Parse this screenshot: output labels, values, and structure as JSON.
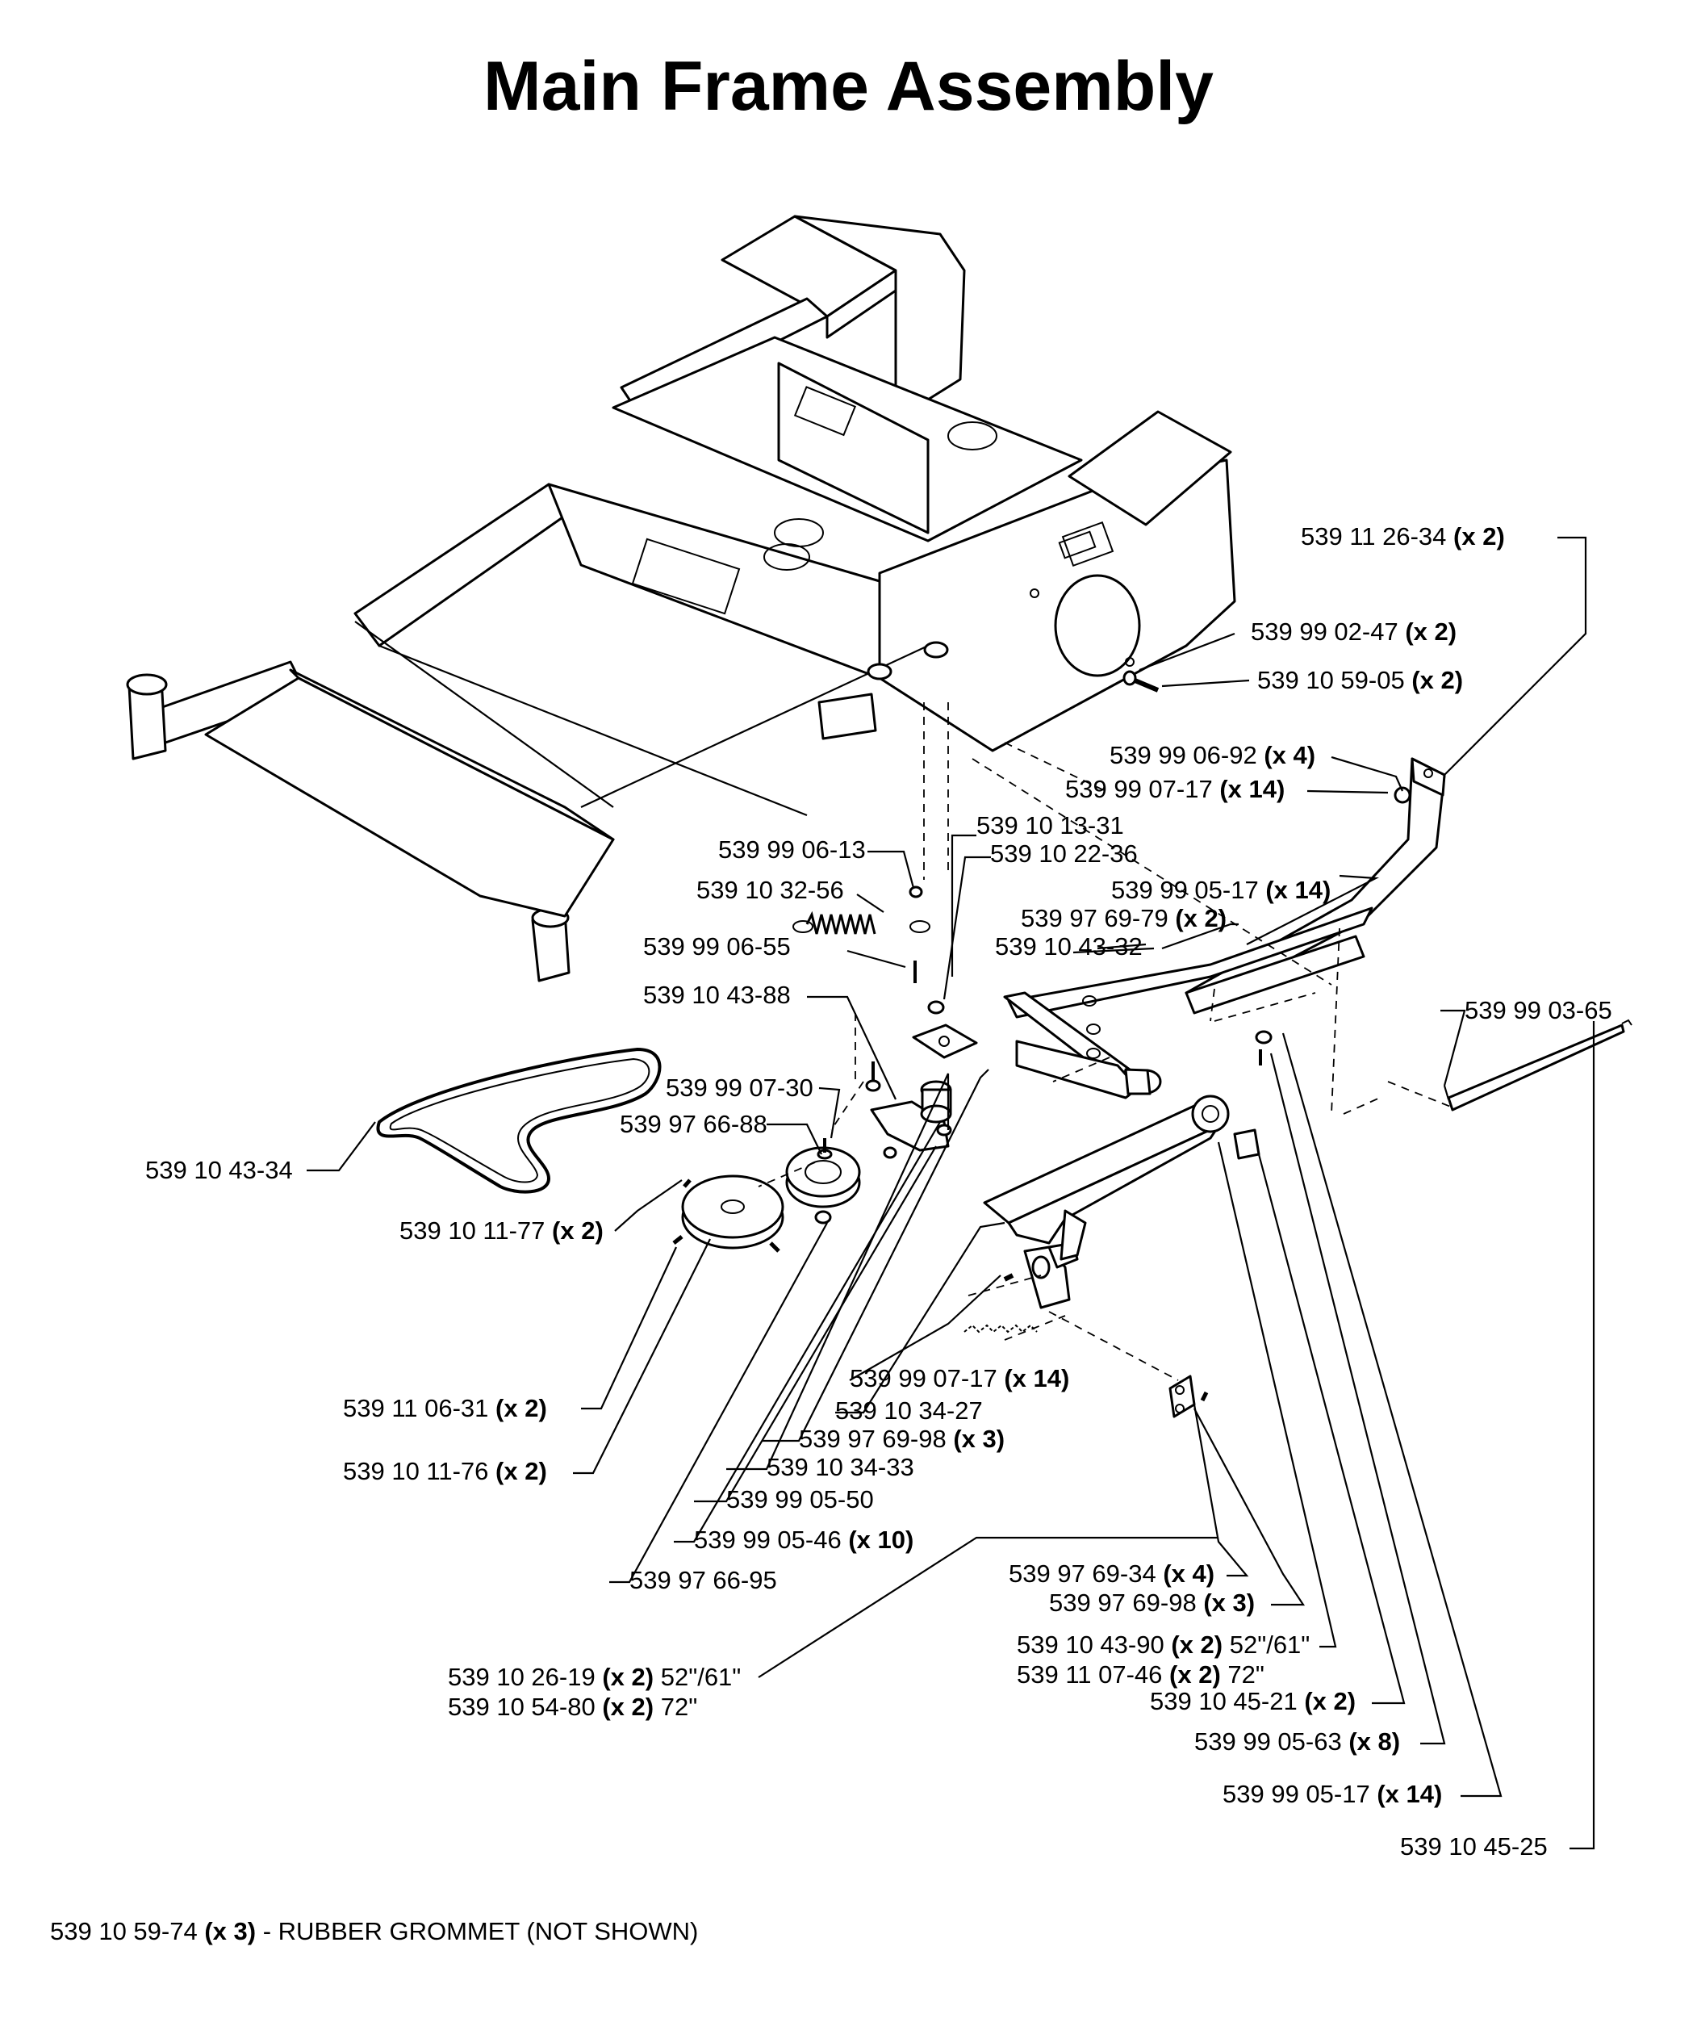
{
  "title": "Main Frame Assembly",
  "footnote": {
    "part": "539 10 59-74",
    "qty": "(x 3)",
    "text": "- RUBBER GROMMET (NOT SHOWN)"
  },
  "labels": [
    {
      "part": "539 11 26-34",
      "qty": "(x 2)",
      "suffix": ""
    },
    {
      "part": "539 99 02-47",
      "qty": "(x 2)",
      "suffix": ""
    },
    {
      "part": "539 10 59-05",
      "qty": "(x 2)",
      "suffix": ""
    },
    {
      "part": "539 99 06-92",
      "qty": "(x 4)",
      "suffix": ""
    },
    {
      "part": "539 99 07-17",
      "qty": "(x 14)",
      "suffix": ""
    },
    {
      "part": "539 10 13-31",
      "qty": "",
      "suffix": ""
    },
    {
      "part": "539 10 22-36",
      "qty": "",
      "suffix": ""
    },
    {
      "part": "539 99 06-13",
      "qty": "",
      "suffix": ""
    },
    {
      "part": "539 10 32-56",
      "qty": "",
      "suffix": ""
    },
    {
      "part": "539 99 05-17",
      "qty": "(x 14)",
      "suffix": ""
    },
    {
      "part": "539 97 69-79",
      "qty": "(x 2)",
      "suffix": ""
    },
    {
      "part": "539 10 43-32",
      "qty": "",
      "suffix": ""
    },
    {
      "part": "539 99 06-55",
      "qty": "",
      "suffix": ""
    },
    {
      "part": "539 10 43-88",
      "qty": "",
      "suffix": ""
    },
    {
      "part": "539 99 03-65",
      "qty": "",
      "suffix": ""
    },
    {
      "part": "539 99 07-30",
      "qty": "",
      "suffix": ""
    },
    {
      "part": "539 97 66-88",
      "qty": "",
      "suffix": ""
    },
    {
      "part": "539 10 43-34",
      "qty": "",
      "suffix": ""
    },
    {
      "part": "539 10 11-77",
      "qty": "(x 2)",
      "suffix": ""
    },
    {
      "part": "539 99 07-17",
      "qty": "(x 14)",
      "suffix": ""
    },
    {
      "part": "539 10 34-27",
      "qty": "",
      "suffix": ""
    },
    {
      "part": "539 97 69-98",
      "qty": "(x 3)",
      "suffix": ""
    },
    {
      "part": "539 11 06-31",
      "qty": "(x 2)",
      "suffix": ""
    },
    {
      "part": "539 10 34-33",
      "qty": "",
      "suffix": ""
    },
    {
      "part": "539 10 11-76",
      "qty": "(x 2)",
      "suffix": ""
    },
    {
      "part": "539 99 05-50",
      "qty": "",
      "suffix": ""
    },
    {
      "part": "539 99 05-46",
      "qty": "(x 10)",
      "suffix": ""
    },
    {
      "part": "539 97 66-95",
      "qty": "",
      "suffix": ""
    },
    {
      "part": "539 97 69-34",
      "qty": "(x 4)",
      "suffix": ""
    },
    {
      "part": "539 97 69-98",
      "qty": "(x 3)",
      "suffix": ""
    },
    {
      "part": "539 10 43-90",
      "qty": "(x 2)",
      "suffix": "52\"/61\""
    },
    {
      "part": "539 11 07-46",
      "qty": "(x 2)",
      "suffix": "72\""
    },
    {
      "part": "539 10 26-19",
      "qty": "(x 2)",
      "suffix": "52\"/61\""
    },
    {
      "part": "539 10 54-80",
      "qty": "(x 2)",
      "suffix": "72\""
    },
    {
      "part": "539 10 45-21",
      "qty": "(x 2)",
      "suffix": ""
    },
    {
      "part": "539 99 05-63",
      "qty": "(x 8)",
      "suffix": ""
    },
    {
      "part": "539 99 05-17",
      "qty": "(x 14)",
      "suffix": ""
    },
    {
      "part": "539 10 45-25",
      "qty": "",
      "suffix": ""
    }
  ]
}
